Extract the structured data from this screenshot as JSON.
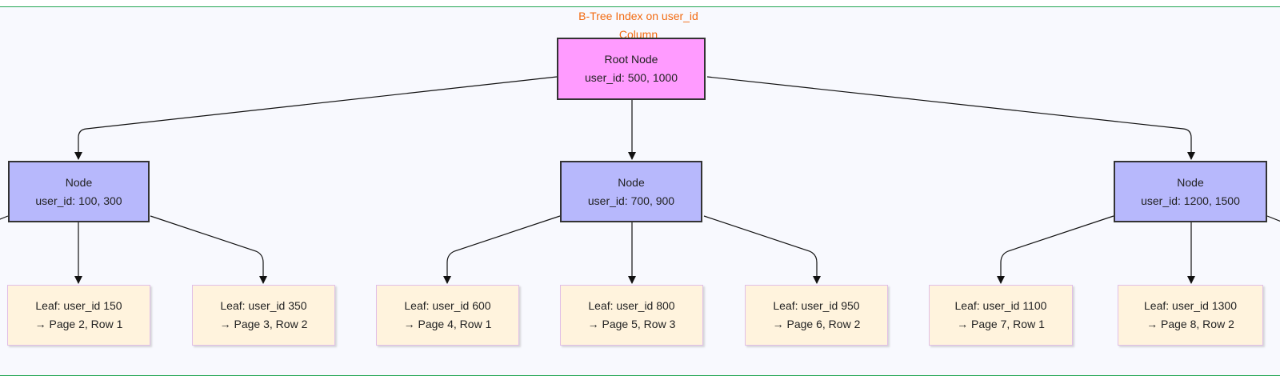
{
  "diagram": {
    "title_lines": [
      "B-Tree Index on user_id",
      "Column"
    ],
    "root": {
      "id": "root",
      "lines": [
        "Root Node",
        "user_id: 500, 1000"
      ]
    },
    "internal_nodes": [
      {
        "id": "n1",
        "lines": [
          "Node",
          "user_id: 100, 300"
        ]
      },
      {
        "id": "n2",
        "lines": [
          "Node",
          "user_id: 700, 900"
        ]
      },
      {
        "id": "n3",
        "lines": [
          "Node",
          "user_id: 1200, 1500"
        ]
      }
    ],
    "leaves": [
      {
        "id": "l1",
        "parent": "n1",
        "lines": [
          "Leaf: user_id 150",
          "→ Page 2, Row 1"
        ]
      },
      {
        "id": "l2",
        "parent": "n1",
        "lines": [
          "Leaf: user_id 350",
          "→ Page 3, Row 2"
        ]
      },
      {
        "id": "l3",
        "parent": "n2",
        "lines": [
          "Leaf: user_id 600",
          "→ Page 4, Row 1"
        ]
      },
      {
        "id": "l4",
        "parent": "n2",
        "lines": [
          "Leaf: user_id 800",
          "→ Page 5, Row 3"
        ]
      },
      {
        "id": "l5",
        "parent": "n2",
        "lines": [
          "Leaf: user_id 950",
          "→ Page 6, Row 2"
        ]
      },
      {
        "id": "l6",
        "parent": "n3",
        "lines": [
          "Leaf: user_id 1100",
          "→ Page 7, Row 1"
        ]
      },
      {
        "id": "l7",
        "parent": "n3",
        "lines": [
          "Leaf: user_id 1300",
          "→ Page 8, Row 2"
        ]
      }
    ],
    "colors": {
      "frame_border": "#22a652",
      "frame_fill": "#f8f9fe",
      "title": "#f26b12",
      "root_fill": "#ff9bff",
      "internal_fill": "#b7b8fc",
      "leaf_fill": "#fff3dd",
      "edge": "#111111"
    }
  }
}
